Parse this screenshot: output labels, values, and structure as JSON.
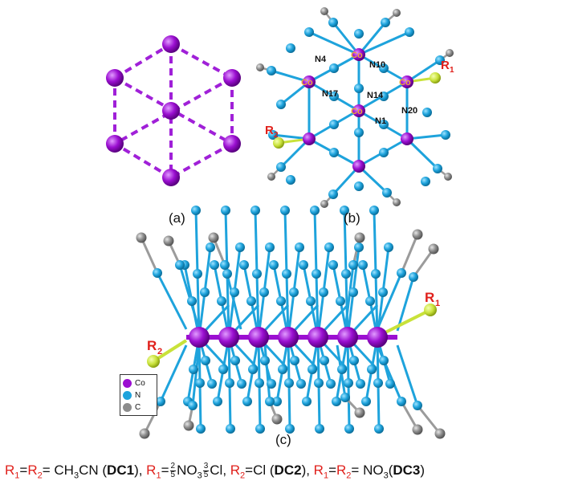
{
  "panels": {
    "a": "(a)",
    "b": "(b)",
    "c": "(c)"
  },
  "atom_labels": {
    "co": "Co",
    "n4": "N4",
    "n10": "N10",
    "n17": "N17",
    "n14": "N14",
    "n1": "N1",
    "n20": "N20",
    "r1": "R",
    "r1_sub": "1",
    "r2": "R",
    "r2_sub": "2"
  },
  "legend": [
    {
      "label": "Co",
      "color": "#9b0fd1"
    },
    {
      "label": "N",
      "color": "#1ea3dc"
    },
    {
      "label": "C",
      "color": "#8c8c8c"
    }
  ],
  "caption": {
    "r1": "R",
    "r1_sub": "1",
    "eq": "=",
    "r2": "R",
    "r2_sub": "2",
    "part1_rest": "= CH",
    "ch3_sub": "3",
    "part1_cn": "CN (",
    "dc1": "DC1",
    "close_sep": "), ",
    "frac1_num": "2",
    "frac1_den": "5",
    "no3": "NO",
    "no3_sub": "3",
    "frac2_num": "3",
    "frac2_den": "5",
    "cl_sep": "Cl, ",
    "cl2": "=Cl (",
    "dc2": "DC2",
    "close_sep2": "), ",
    "no3_2": "= NO",
    "no3_2_sub": "3",
    "open3": "(",
    "dc3": "DC3",
    "close3": ")"
  },
  "colors": {
    "co": "#9b0fd1",
    "n": "#1ea3dc",
    "c": "#8c8c8c",
    "r_atom": "#c9e23a",
    "label_red": "#e0201b",
    "co_dash": "#a020d8",
    "co_highlight": "#e8a83a"
  }
}
